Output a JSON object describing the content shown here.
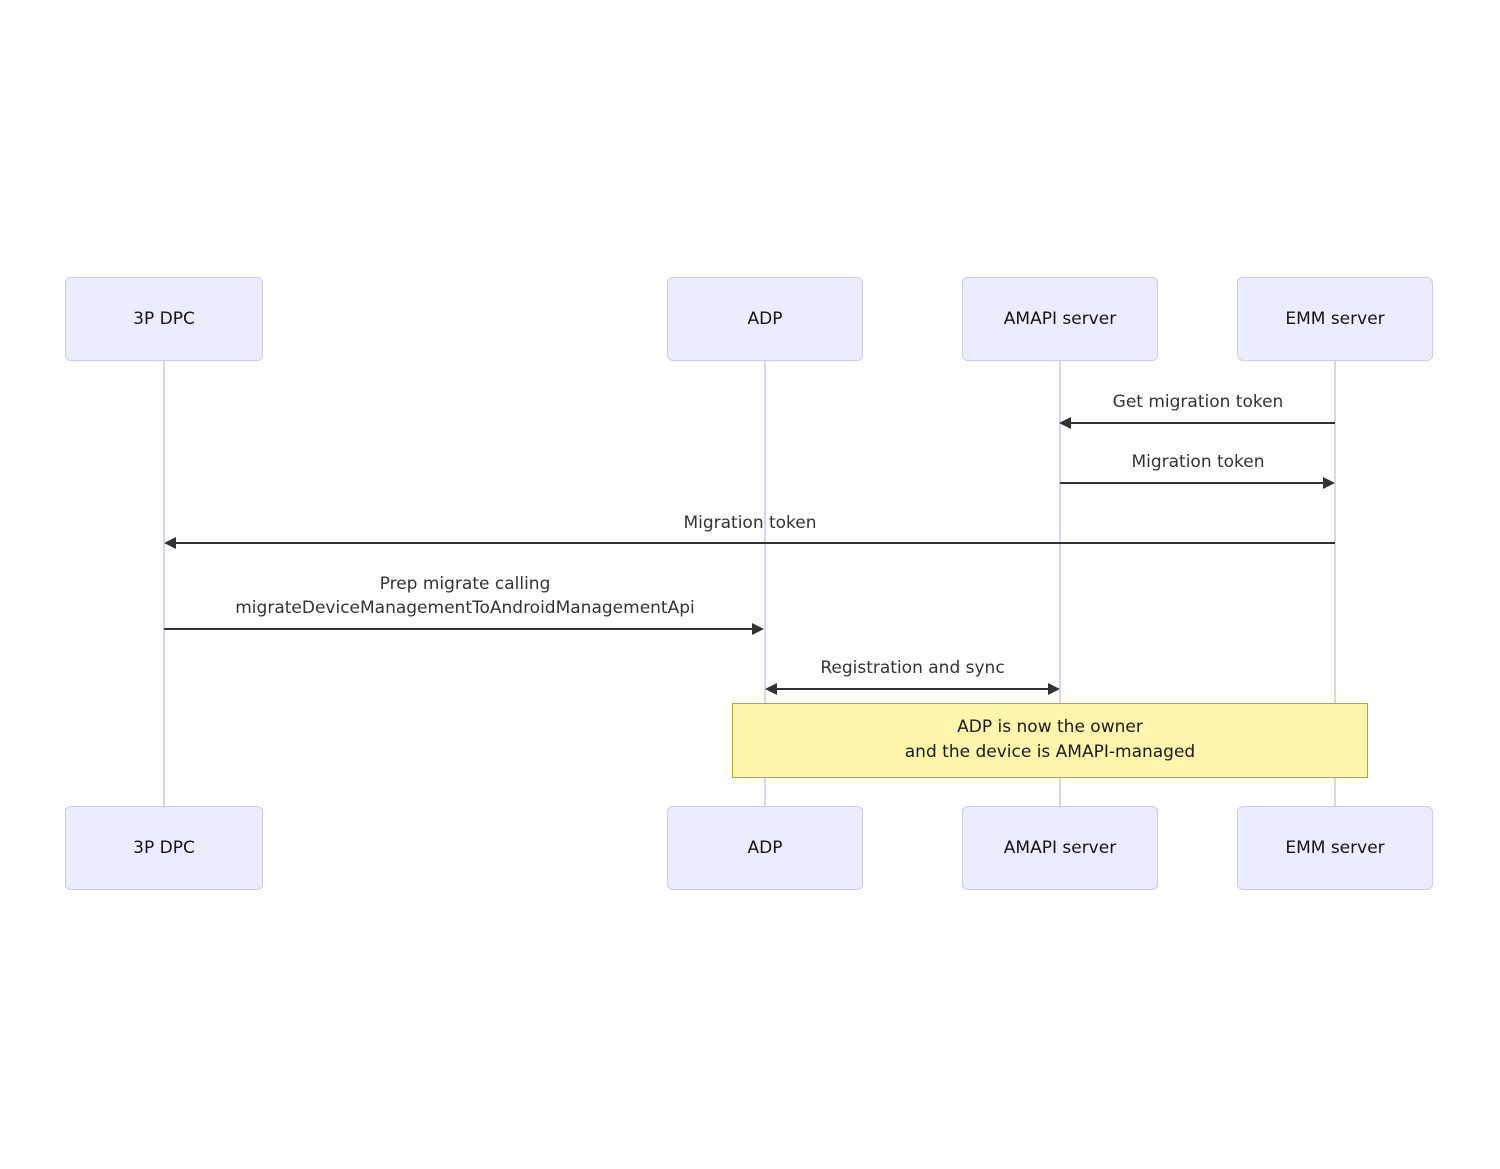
{
  "diagram": {
    "type": "sequence",
    "actors": [
      {
        "id": "3p-dpc",
        "label": "3P DPC"
      },
      {
        "id": "adp",
        "label": "ADP"
      },
      {
        "id": "amapi-server",
        "label": "AMAPI server"
      },
      {
        "id": "emm-server",
        "label": "EMM server"
      }
    ],
    "messages": [
      {
        "label": "Get migration token",
        "from": "EMM server",
        "to": "AMAPI server",
        "direction": "left"
      },
      {
        "label": "Migration token",
        "from": "AMAPI server",
        "to": "EMM server",
        "direction": "right"
      },
      {
        "label": "Migration token",
        "from": "EMM server",
        "to": "3P DPC",
        "direction": "left"
      },
      {
        "label_line1": "Prep migrate calling",
        "label_line2": "migrateDeviceManagementToAndroidManagementApi",
        "from": "3P DPC",
        "to": "ADP",
        "direction": "right"
      },
      {
        "label": "Registration and sync",
        "from": "ADP",
        "to": "AMAPI server",
        "direction": "both"
      }
    ],
    "note": {
      "line1": "ADP is now the owner",
      "line2": "and the device is AMAPI-managed",
      "spans": [
        "ADP",
        "EMM server"
      ]
    },
    "colors": {
      "actor_fill": "#ECECFF",
      "actor_border": "#CFC9EC",
      "lifeline": "#DCD4F0",
      "arrow": "#333333",
      "message_text": "#333333",
      "note_fill": "#FFF5AD",
      "note_border": "#AAAA33",
      "note_text": "#1A1A1A",
      "background": "#FFFFFF"
    }
  }
}
